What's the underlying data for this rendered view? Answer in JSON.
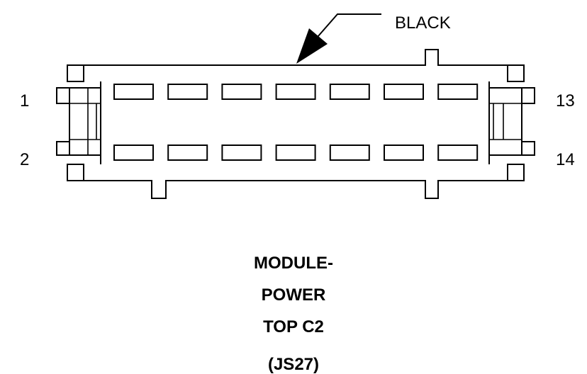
{
  "connector": {
    "color_label": "BLACK",
    "pin_labels": {
      "top_left": "1",
      "bottom_left": "2",
      "top_right": "13",
      "bottom_right": "14"
    },
    "cavities_per_row": 7,
    "rows": 2
  },
  "caption": {
    "line1": "MODULE-",
    "line2": "POWER",
    "line3": "TOP C2",
    "line4": "(JS27)"
  }
}
